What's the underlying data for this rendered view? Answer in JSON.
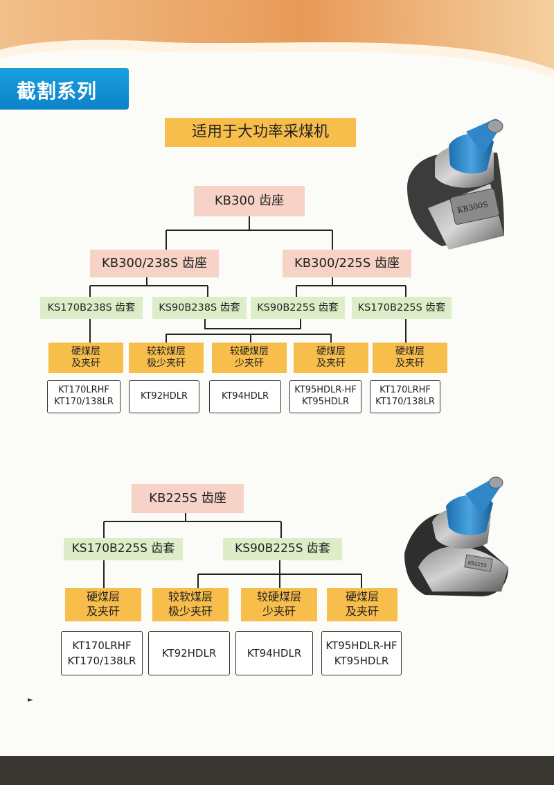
{
  "section_title": "截割系列",
  "banner": "适用于大功率采煤机",
  "group1": {
    "root": "KB300 齿座",
    "sub_left": "KB300/238S 齿座",
    "sub_right": "KB300/225S 齿座",
    "sleeves": [
      "KS170B238S 齿套",
      "KS90B238S 齿套",
      "KS90B225S 齿套",
      "KS170B225S 齿套"
    ],
    "conditions": [
      "硬煤层\n及夹矸",
      "较软煤层\n极少夹矸",
      "较硬煤层\n少夹矸",
      "硬煤层\n及夹矸",
      "硬煤层\n及夹矸"
    ],
    "models": [
      "KT170LRHF\nKT170/138LR",
      "KT92HDLR",
      "KT94HDLR",
      "KT95HDLR-HF\nKT95HDLR",
      "KT170LRHF\nKT170/138LR"
    ],
    "product_tag": "KB300S"
  },
  "group2": {
    "root": "KB225S 齿座",
    "sleeves": [
      "KS170B225S 齿套",
      "KS90B225S 齿套"
    ],
    "conditions": [
      "硬煤层\n及夹矸",
      "较软煤层\n极少夹矸",
      "较硬煤层\n少夹矸",
      "硬煤层\n及夹矸"
    ],
    "models": [
      "KT170LRHF\nKT170/138LR",
      "KT92HDLR",
      "KT94HDLR",
      "KT95HDLR-HF\nKT95HDLR"
    ],
    "product_tag": "KB225S"
  },
  "colors": {
    "tab_blue": "#0c82c8",
    "pink": "#f6d3c6",
    "green": "#dcedc7",
    "orange": "#f7be4c",
    "pick_blue": "#2b86c7"
  }
}
